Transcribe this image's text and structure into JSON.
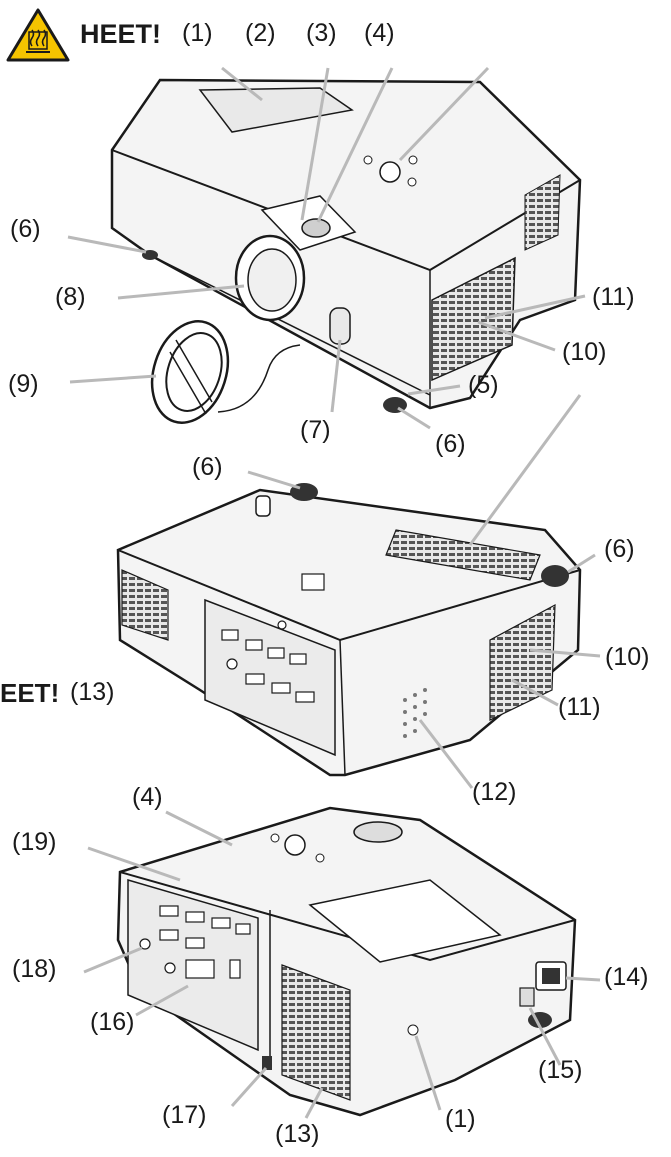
{
  "colors": {
    "warning_fill": "#f5c400",
    "line": "#1a1a1a",
    "leader": "#b9b9b9",
    "body": "#f4f4f4"
  },
  "icons": {
    "hot_surface": "hot-surface-warning-icon"
  },
  "views": {
    "top": {
      "warning": "HEET!",
      "labels": {
        "l1": "(1)",
        "l2": "(2)",
        "l3": "(3)",
        "l4": "(4)",
        "l6a": "(6)",
        "l8": "(8)",
        "l9": "(9)",
        "l11": "(11)",
        "l10": "(10)",
        "l5": "(5)",
        "l7": "(7)",
        "l6b": "(6)"
      }
    },
    "bottom": {
      "warning": "EET!",
      "labels": {
        "l6a": "(6)",
        "l6b": "(6)",
        "l10": "(10)",
        "l11": "(11)",
        "l12": "(12)",
        "l13": "(13)"
      }
    },
    "rear": {
      "labels": {
        "l4": "(4)",
        "l19": "(19)",
        "l18": "(18)",
        "l16": "(16)",
        "l14": "(14)",
        "l15": "(15)",
        "l17": "(17)",
        "l13": "(13)",
        "l1": "(1)"
      }
    }
  }
}
